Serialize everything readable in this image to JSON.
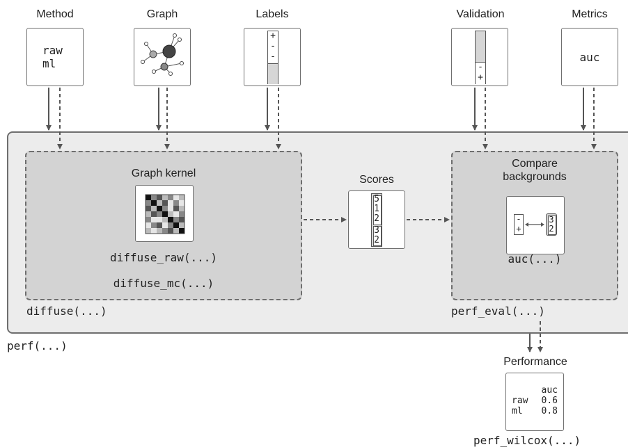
{
  "inputs": {
    "method": {
      "title": "Method",
      "lines": [
        "raw",
        "ml"
      ]
    },
    "graph": {
      "title": "Graph"
    },
    "labels": {
      "title": "Labels",
      "values": [
        "+",
        "-",
        "-"
      ]
    },
    "validation": {
      "title": "Validation",
      "values": [
        "-",
        "+"
      ]
    },
    "metrics": {
      "title": "Metrics",
      "value": "auc"
    }
  },
  "diffuse": {
    "kernel_title": "Graph kernel",
    "func_raw": "diffuse_raw(...)",
    "func_mc": "diffuse_mc(...)",
    "label": "diffuse(...)"
  },
  "scores": {
    "title": "Scores",
    "values": [
      "5",
      "1",
      "2",
      "3",
      "2"
    ]
  },
  "perf_eval": {
    "title_line1": "Compare",
    "title_line2": "backgrounds",
    "icon_left": [
      "-",
      "+"
    ],
    "icon_right": [
      "3",
      "2"
    ],
    "func": "auc(...)",
    "label": "perf_eval(...)"
  },
  "perf": {
    "label": "perf(...)"
  },
  "performance": {
    "title": "Performance",
    "table_header": "auc",
    "rows": [
      {
        "method": "raw",
        "value": "0.6"
      },
      {
        "method": "ml",
        "value": "0.8"
      }
    ],
    "func": "perf_wilcox(...)"
  },
  "colors": {
    "frame": "#6e6e6e",
    "outer_fill": "#ececec",
    "inner_fill": "#d3d3d3",
    "arrow": "#555555"
  }
}
